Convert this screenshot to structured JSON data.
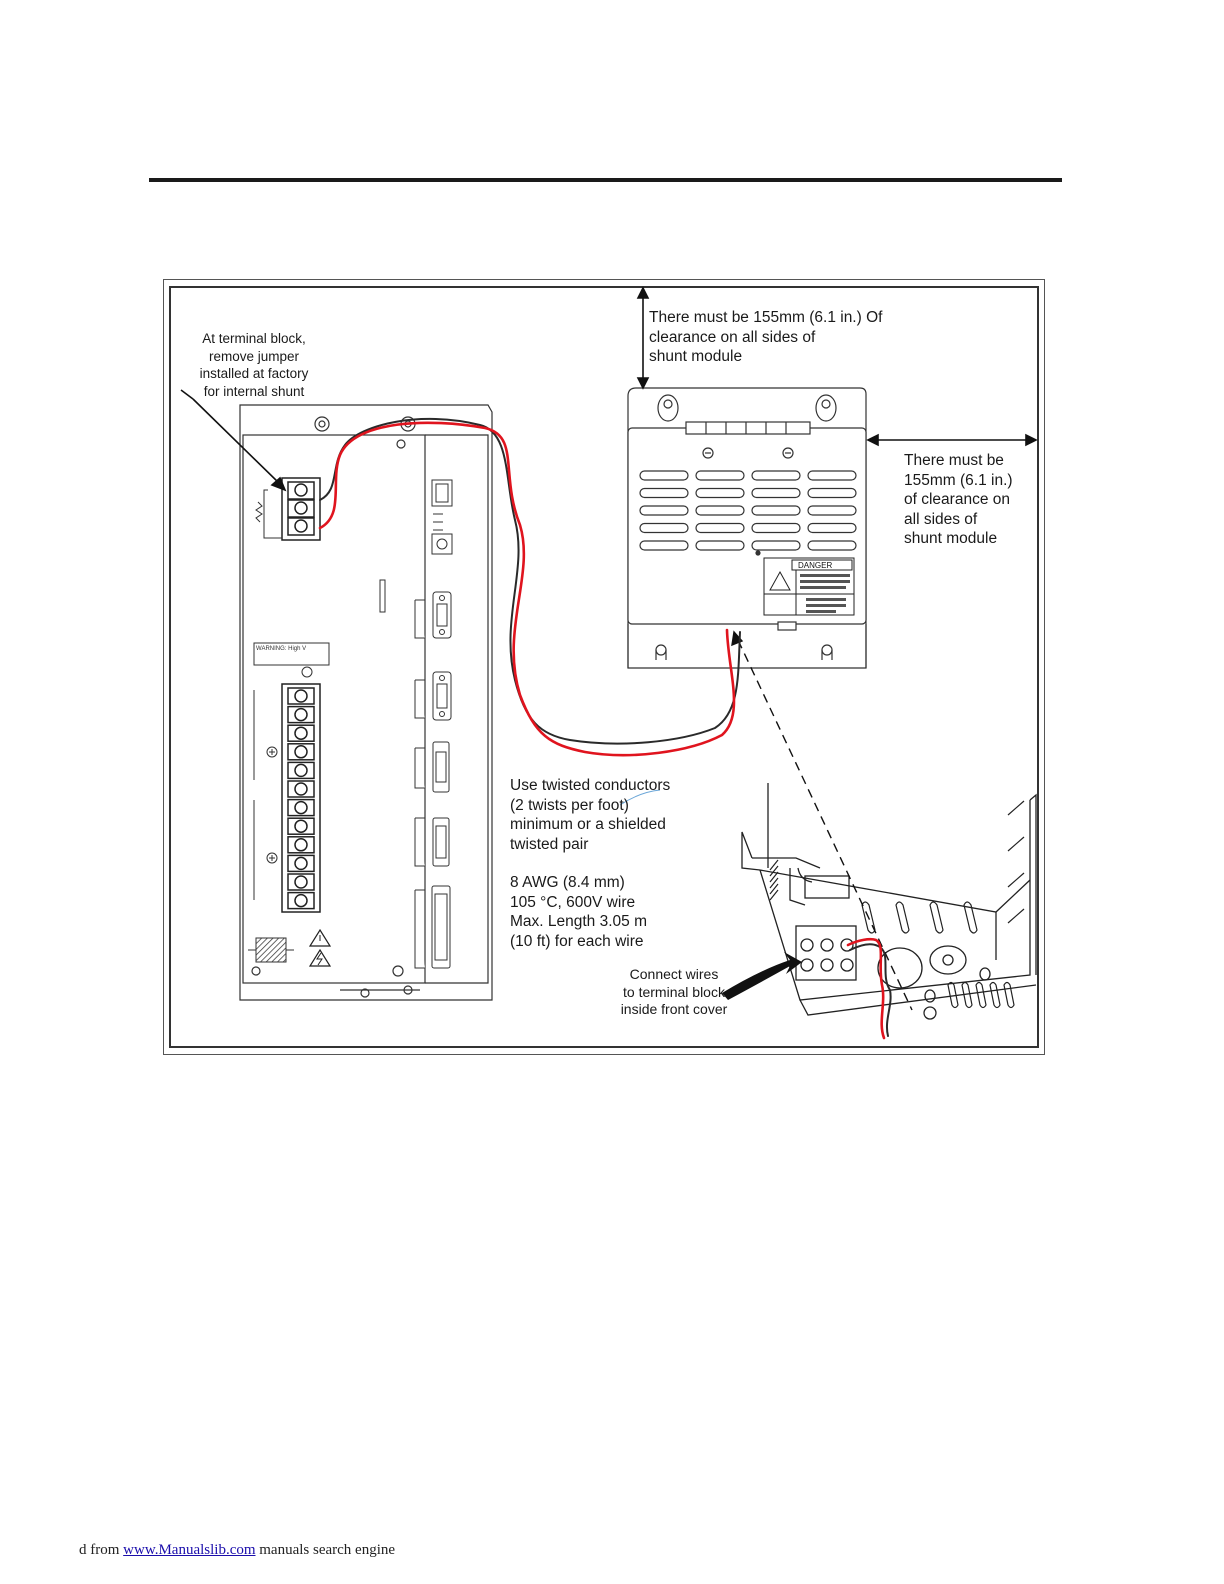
{
  "labels": {
    "jumper_note": "At terminal block,\nremove jumper\ninstalled at factory\nfor internal shunt",
    "clearance_top": "There must be 155mm (6.1 in.) Of\nclearance on all sides of\nshunt module",
    "clearance_side": "There must be\n155mm (6.1 in.)\nof clearance on\nall sides of\nshunt module",
    "twisted_note": "Use twisted conductors\n(2 twists per foot)\nminimum or a shielded\ntwisted pair",
    "wire_spec": "8 AWG (8.4 mm)\n105 °C, 600V wire\nMax. Length 3.05 m\n(10 ft) for each wire",
    "connect_note": "Connect wires\nto terminal block\ninside front cover",
    "warning_label": "WARNING:  High V",
    "danger_label": "DANGER"
  },
  "footer": {
    "prefix": "d from ",
    "link_text": "www.Manualslib.com",
    "suffix": " manuals search engine"
  },
  "colors": {
    "wire_red": "#e0141e",
    "wire_black": "#2a2a2a",
    "line": "#333333"
  }
}
